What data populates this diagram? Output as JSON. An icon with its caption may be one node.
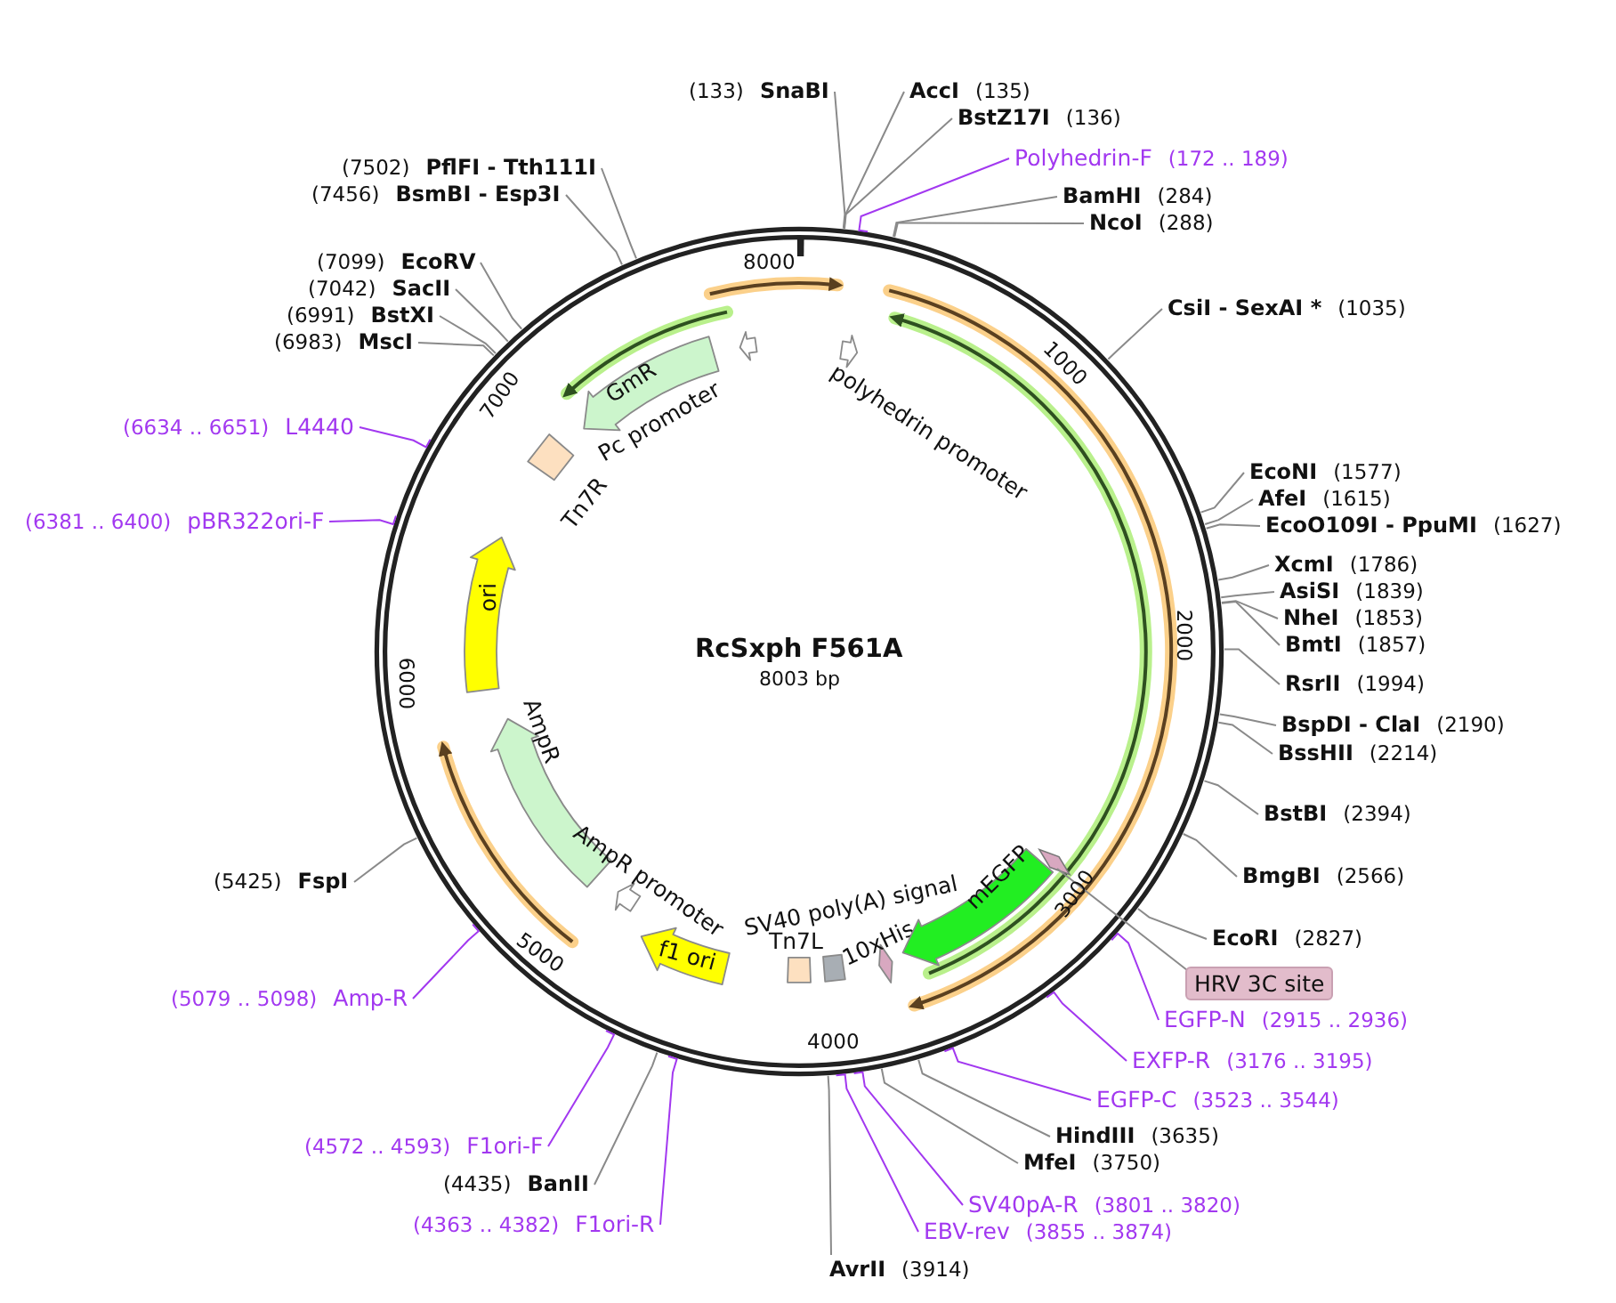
{
  "diagram": {
    "title": "RcSxph F561A",
    "nodes": [
      {
        "text": [
          "(133)",
          "SnaBI"
        ]
      },
      {
        "text": [
          "AccI",
          "(135)"
        ]
      },
      {
        "text": [
          "BstZ17I",
          "(136)"
        ]
      },
      {
        "text": [
          "Polyhedrin-F",
          "(172 .. 189)"
        ]
      },
      {
        "text": [
          "BamHI",
          "(284)"
        ]
      },
      {
        "text": [
          "NcoI",
          "(288)"
        ]
      },
      {
        "text": [
          "CsiI - SexAI *",
          "(1035)"
        ]
      },
      {
        "text": [
          "EcoNI",
          "(1577)"
        ]
      },
      {
        "text": [
          "AfeI",
          "(1615)"
        ]
      },
      {
        "text": [
          "EcoO109I - PpuMI",
          "(1627)"
        ]
      },
      {
        "text": [
          "XcmI",
          "(1786)"
        ]
      },
      {
        "text": [
          "AsiSI",
          "(1839)"
        ]
      },
      {
        "text": [
          "NheI",
          "(1853)"
        ]
      },
      {
        "text": [
          "BmtI",
          "(1857)"
        ]
      },
      {
        "text": [
          "RsrII",
          "(1994)"
        ]
      },
      {
        "text": [
          "BspDI - ClaI",
          "(2190)"
        ]
      },
      {
        "text": [
          "BssHII",
          "(2214)"
        ]
      },
      {
        "text": [
          "BstBI",
          "(2394)"
        ]
      },
      {
        "text": [
          "BmgBI",
          "(2566)"
        ]
      },
      {
        "text": [
          "EcoRI",
          "(2827)"
        ]
      },
      {
        "text": [
          "HRV 3C site"
        ]
      },
      {
        "text": [
          "EGFP-N",
          "(2915 .. 2936)"
        ]
      },
      {
        "text": [
          "EXFP-R",
          "(3176 .. 3195)"
        ]
      },
      {
        "text": [
          "EGFP-C",
          "(3523 .. 3544)"
        ]
      },
      {
        "text": [
          "HindIII",
          "(3635)"
        ]
      },
      {
        "text": [
          "MfeI",
          "(3750)"
        ]
      },
      {
        "text": [
          "SV40pA-R",
          "(3801 .. 3820)"
        ]
      },
      {
        "text": [
          "EBV-rev",
          "(3855 .. 3874)"
        ]
      },
      {
        "text": [
          "AvrII",
          "(3914)"
        ]
      },
      {
        "text": [
          "(4363 .. 4382)",
          "F1ori-R"
        ]
      },
      {
        "text": [
          "(4435)",
          "BanII"
        ]
      },
      {
        "text": [
          "(4572 .. 4593)",
          "F1ori-F"
        ]
      },
      {
        "text": [
          "(5079 .. 5098)",
          "Amp-R"
        ]
      },
      {
        "text": [
          "(5425)",
          "FspI"
        ]
      },
      {
        "text": [
          "(6381 .. 6400)",
          "pBR322ori-F"
        ]
      },
      {
        "text": [
          "(6634 .. 6651)",
          "L4440"
        ]
      },
      {
        "text": [
          "(6983)",
          "MscI"
        ]
      },
      {
        "text": [
          "(6991)",
          "BstXI"
        ]
      },
      {
        "text": [
          "(7042)",
          "SacII"
        ]
      },
      {
        "text": [
          "(7099)",
          "EcoRV"
        ]
      },
      {
        "text": [
          "(7456)",
          "BsmBI - Esp3I"
        ]
      },
      {
        "text": [
          "(7502)",
          "PflFI - Tth111I"
        ]
      },
      {
        "text": [
          "GmR"
        ]
      },
      {
        "text": [
          "Pc promoter"
        ]
      },
      {
        "text": [
          "polyhedrin promoter"
        ]
      },
      {
        "text": [
          "Tn7R"
        ]
      },
      {
        "text": [
          "ori"
        ]
      },
      {
        "text": [
          "AmpR"
        ]
      },
      {
        "text": [
          "AmpR promoter"
        ]
      },
      {
        "text": [
          "f1 ori"
        ]
      },
      {
        "text": [
          "SV40 poly(A) signal"
        ]
      },
      {
        "text": [
          "Tn7L"
        ]
      },
      {
        "text": [
          "10xHis"
        ]
      },
      {
        "text": [
          "mEGFP"
        ]
      }
    ],
    "edges": [
      {
        "from": 0,
        "to": null,
        "arrow": "none"
      },
      {
        "from": 1,
        "to": null,
        "arrow": "none"
      },
      {
        "from": 2,
        "to": null,
        "arrow": "none"
      },
      {
        "from": 3,
        "to": null,
        "arrow": "none",
        "color": "#a238f0"
      },
      {
        "from": 4,
        "to": null,
        "arrow": "none"
      },
      {
        "from": 5,
        "to": null,
        "arrow": "none"
      },
      {
        "from": 6,
        "to": null,
        "arrow": "none"
      },
      {
        "from": 7,
        "to": null,
        "arrow": "none"
      },
      {
        "from": 8,
        "to": null,
        "arrow": "none"
      },
      {
        "from": 9,
        "to": null,
        "arrow": "none"
      },
      {
        "from": 10,
        "to": null,
        "arrow": "none"
      },
      {
        "from": 11,
        "to": null,
        "arrow": "none"
      },
      {
        "from": 12,
        "to": null,
        "arrow": "none"
      },
      {
        "from": 13,
        "to": null,
        "arrow": "none"
      },
      {
        "from": 14,
        "to": null,
        "arrow": "none"
      },
      {
        "from": 15,
        "to": null,
        "arrow": "none"
      },
      {
        "from": 16,
        "to": null,
        "arrow": "none"
      },
      {
        "from": 17,
        "to": null,
        "arrow": "none"
      },
      {
        "from": 18,
        "to": null,
        "arrow": "none"
      },
      {
        "from": 19,
        "to": null,
        "arrow": "none"
      },
      {
        "from": 20,
        "to": 53,
        "arrow": "none"
      },
      {
        "from": 21,
        "to": null,
        "arrow": "none",
        "color": "#a238f0"
      },
      {
        "from": 22,
        "to": null,
        "arrow": "none",
        "color": "#a238f0"
      },
      {
        "from": 23,
        "to": null,
        "arrow": "none",
        "color": "#a238f0"
      },
      {
        "from": 24,
        "to": null,
        "arrow": "none"
      },
      {
        "from": 25,
        "to": null,
        "arrow": "none"
      },
      {
        "from": 26,
        "to": null,
        "arrow": "none",
        "color": "#a238f0"
      },
      {
        "from": 27,
        "to": null,
        "arrow": "none",
        "color": "#a238f0"
      },
      {
        "from": 28,
        "to": null,
        "arrow": "none"
      },
      {
        "from": 29,
        "to": null,
        "arrow": "none",
        "color": "#a238f0"
      },
      {
        "from": 30,
        "to": null,
        "arrow": "none"
      },
      {
        "from": 31,
        "to": null,
        "arrow": "none",
        "color": "#a238f0"
      },
      {
        "from": 32,
        "to": null,
        "arrow": "none",
        "color": "#a238f0"
      },
      {
        "from": 33,
        "to": null,
        "arrow": "none"
      },
      {
        "from": 34,
        "to": null,
        "arrow": "none",
        "color": "#a238f0"
      },
      {
        "from": 35,
        "to": null,
        "arrow": "none",
        "color": "#a238f0"
      },
      {
        "from": 36,
        "to": null,
        "arrow": "none"
      },
      {
        "from": 37,
        "to": null,
        "arrow": "none"
      },
      {
        "from": 38,
        "to": null,
        "arrow": "none"
      },
      {
        "from": 39,
        "to": null,
        "arrow": "none"
      },
      {
        "from": 40,
        "to": null,
        "arrow": "none"
      },
      {
        "from": 41,
        "to": null,
        "arrow": "none"
      }
    ],
    "labels": [
      "8000",
      "1000",
      "7000",
      "8003 bp",
      "2000",
      "6000",
      "3000",
      "5000",
      "4000"
    ]
  }
}
